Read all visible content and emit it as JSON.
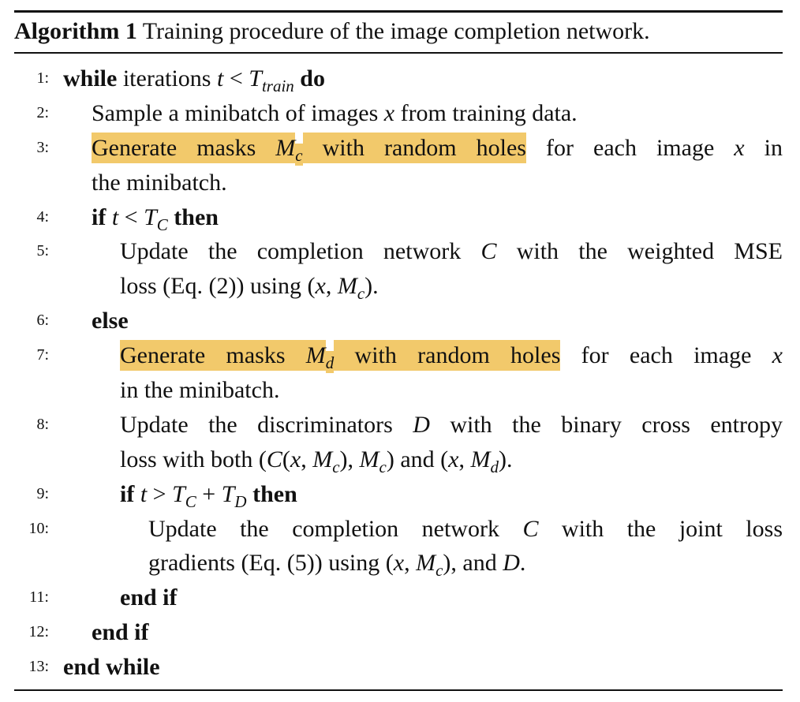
{
  "colors": {
    "highlight": "#f2c96b"
  },
  "caption": {
    "label": "Algorithm 1",
    "text": " Training procedure of the image completion network."
  },
  "rows": [
    {
      "num": "1:",
      "indent": 0,
      "justify": false,
      "segs": [
        [
          "b",
          "while"
        ],
        [
          "n",
          " iterations "
        ],
        [
          "i",
          "t"
        ],
        [
          "n",
          " < "
        ],
        [
          "i",
          "T"
        ],
        [
          "sub",
          "train"
        ],
        [
          "n",
          " "
        ],
        [
          "b",
          "do"
        ]
      ]
    },
    {
      "num": "2:",
      "indent": 1,
      "justify": false,
      "segs": [
        [
          "n",
          "Sample a minibatch of images "
        ],
        [
          "i",
          "x"
        ],
        [
          "n",
          " from training data."
        ]
      ]
    },
    {
      "num": "3:",
      "indent": 1,
      "justify": true,
      "segs": [
        [
          "n",
          "Generate masks ",
          1
        ],
        [
          "i",
          "M",
          1
        ],
        [
          "sub",
          "c",
          1
        ],
        [
          "n",
          " with random holes",
          1
        ],
        [
          "n",
          " for each image "
        ],
        [
          "i",
          "x"
        ],
        [
          "n",
          " in"
        ]
      ]
    },
    {
      "num": "",
      "indent": 1,
      "justify": false,
      "segs": [
        [
          "n",
          "the minibatch."
        ]
      ]
    },
    {
      "num": "4:",
      "indent": 1,
      "justify": false,
      "segs": [
        [
          "b",
          "if"
        ],
        [
          "n",
          " "
        ],
        [
          "i",
          "t"
        ],
        [
          "n",
          " < "
        ],
        [
          "i",
          "T"
        ],
        [
          "sub",
          "C"
        ],
        [
          "n",
          " "
        ],
        [
          "b",
          "then"
        ]
      ]
    },
    {
      "num": "5:",
      "indent": 2,
      "justify": true,
      "segs": [
        [
          "n",
          "Update the completion network "
        ],
        [
          "i",
          "C"
        ],
        [
          "n",
          " with the weighted MSE"
        ]
      ]
    },
    {
      "num": "",
      "indent": 2,
      "justify": false,
      "segs": [
        [
          "n",
          "loss (Eq. (2)) using ("
        ],
        [
          "i",
          "x"
        ],
        [
          "n",
          ", "
        ],
        [
          "i",
          "M"
        ],
        [
          "sub",
          "c"
        ],
        [
          "n",
          ")."
        ]
      ]
    },
    {
      "num": "6:",
      "indent": 1,
      "justify": false,
      "segs": [
        [
          "b",
          "else"
        ]
      ]
    },
    {
      "num": "7:",
      "indent": 2,
      "justify": true,
      "segs": [
        [
          "n",
          "Generate masks ",
          1
        ],
        [
          "i",
          "M",
          1
        ],
        [
          "sub",
          "d",
          1
        ],
        [
          "n",
          " with random holes",
          1
        ],
        [
          "n",
          " for each image "
        ],
        [
          "i",
          "x"
        ]
      ]
    },
    {
      "num": "",
      "indent": 2,
      "justify": false,
      "segs": [
        [
          "n",
          "in the minibatch."
        ]
      ]
    },
    {
      "num": "8:",
      "indent": 2,
      "justify": true,
      "segs": [
        [
          "n",
          "Update the discriminators "
        ],
        [
          "i",
          "D"
        ],
        [
          "n",
          " with the binary cross entropy"
        ]
      ]
    },
    {
      "num": "",
      "indent": 2,
      "justify": false,
      "segs": [
        [
          "n",
          "loss with both ("
        ],
        [
          "i",
          "C"
        ],
        [
          "n",
          "("
        ],
        [
          "i",
          "x"
        ],
        [
          "n",
          ", "
        ],
        [
          "i",
          "M"
        ],
        [
          "sub",
          "c"
        ],
        [
          "n",
          "), "
        ],
        [
          "i",
          "M"
        ],
        [
          "sub",
          "c"
        ],
        [
          "n",
          ") and ("
        ],
        [
          "i",
          "x"
        ],
        [
          "n",
          ", "
        ],
        [
          "i",
          "M"
        ],
        [
          "sub",
          "d"
        ],
        [
          "n",
          ")."
        ]
      ]
    },
    {
      "num": "9:",
      "indent": 2,
      "justify": false,
      "segs": [
        [
          "b",
          "if"
        ],
        [
          "n",
          " "
        ],
        [
          "i",
          "t"
        ],
        [
          "n",
          " > "
        ],
        [
          "i",
          "T"
        ],
        [
          "sub",
          "C"
        ],
        [
          "n",
          " + "
        ],
        [
          "i",
          "T"
        ],
        [
          "sub",
          "D"
        ],
        [
          "n",
          " "
        ],
        [
          "b",
          "then"
        ]
      ]
    },
    {
      "num": "10:",
      "indent": 3,
      "justify": true,
      "segs": [
        [
          "n",
          "Update the completion network "
        ],
        [
          "i",
          "C"
        ],
        [
          "n",
          " with the joint loss"
        ]
      ]
    },
    {
      "num": "",
      "indent": 3,
      "justify": false,
      "segs": [
        [
          "n",
          "gradients (Eq. (5)) using ("
        ],
        [
          "i",
          "x"
        ],
        [
          "n",
          ", "
        ],
        [
          "i",
          "M"
        ],
        [
          "sub",
          "c"
        ],
        [
          "n",
          "), and "
        ],
        [
          "i",
          "D"
        ],
        [
          "n",
          "."
        ]
      ]
    },
    {
      "num": "11:",
      "indent": 2,
      "justify": false,
      "segs": [
        [
          "b",
          "end if"
        ]
      ]
    },
    {
      "num": "12:",
      "indent": 1,
      "justify": false,
      "segs": [
        [
          "b",
          "end if"
        ]
      ]
    },
    {
      "num": "13:",
      "indent": 0,
      "justify": false,
      "segs": [
        [
          "b",
          "end while"
        ]
      ]
    }
  ]
}
